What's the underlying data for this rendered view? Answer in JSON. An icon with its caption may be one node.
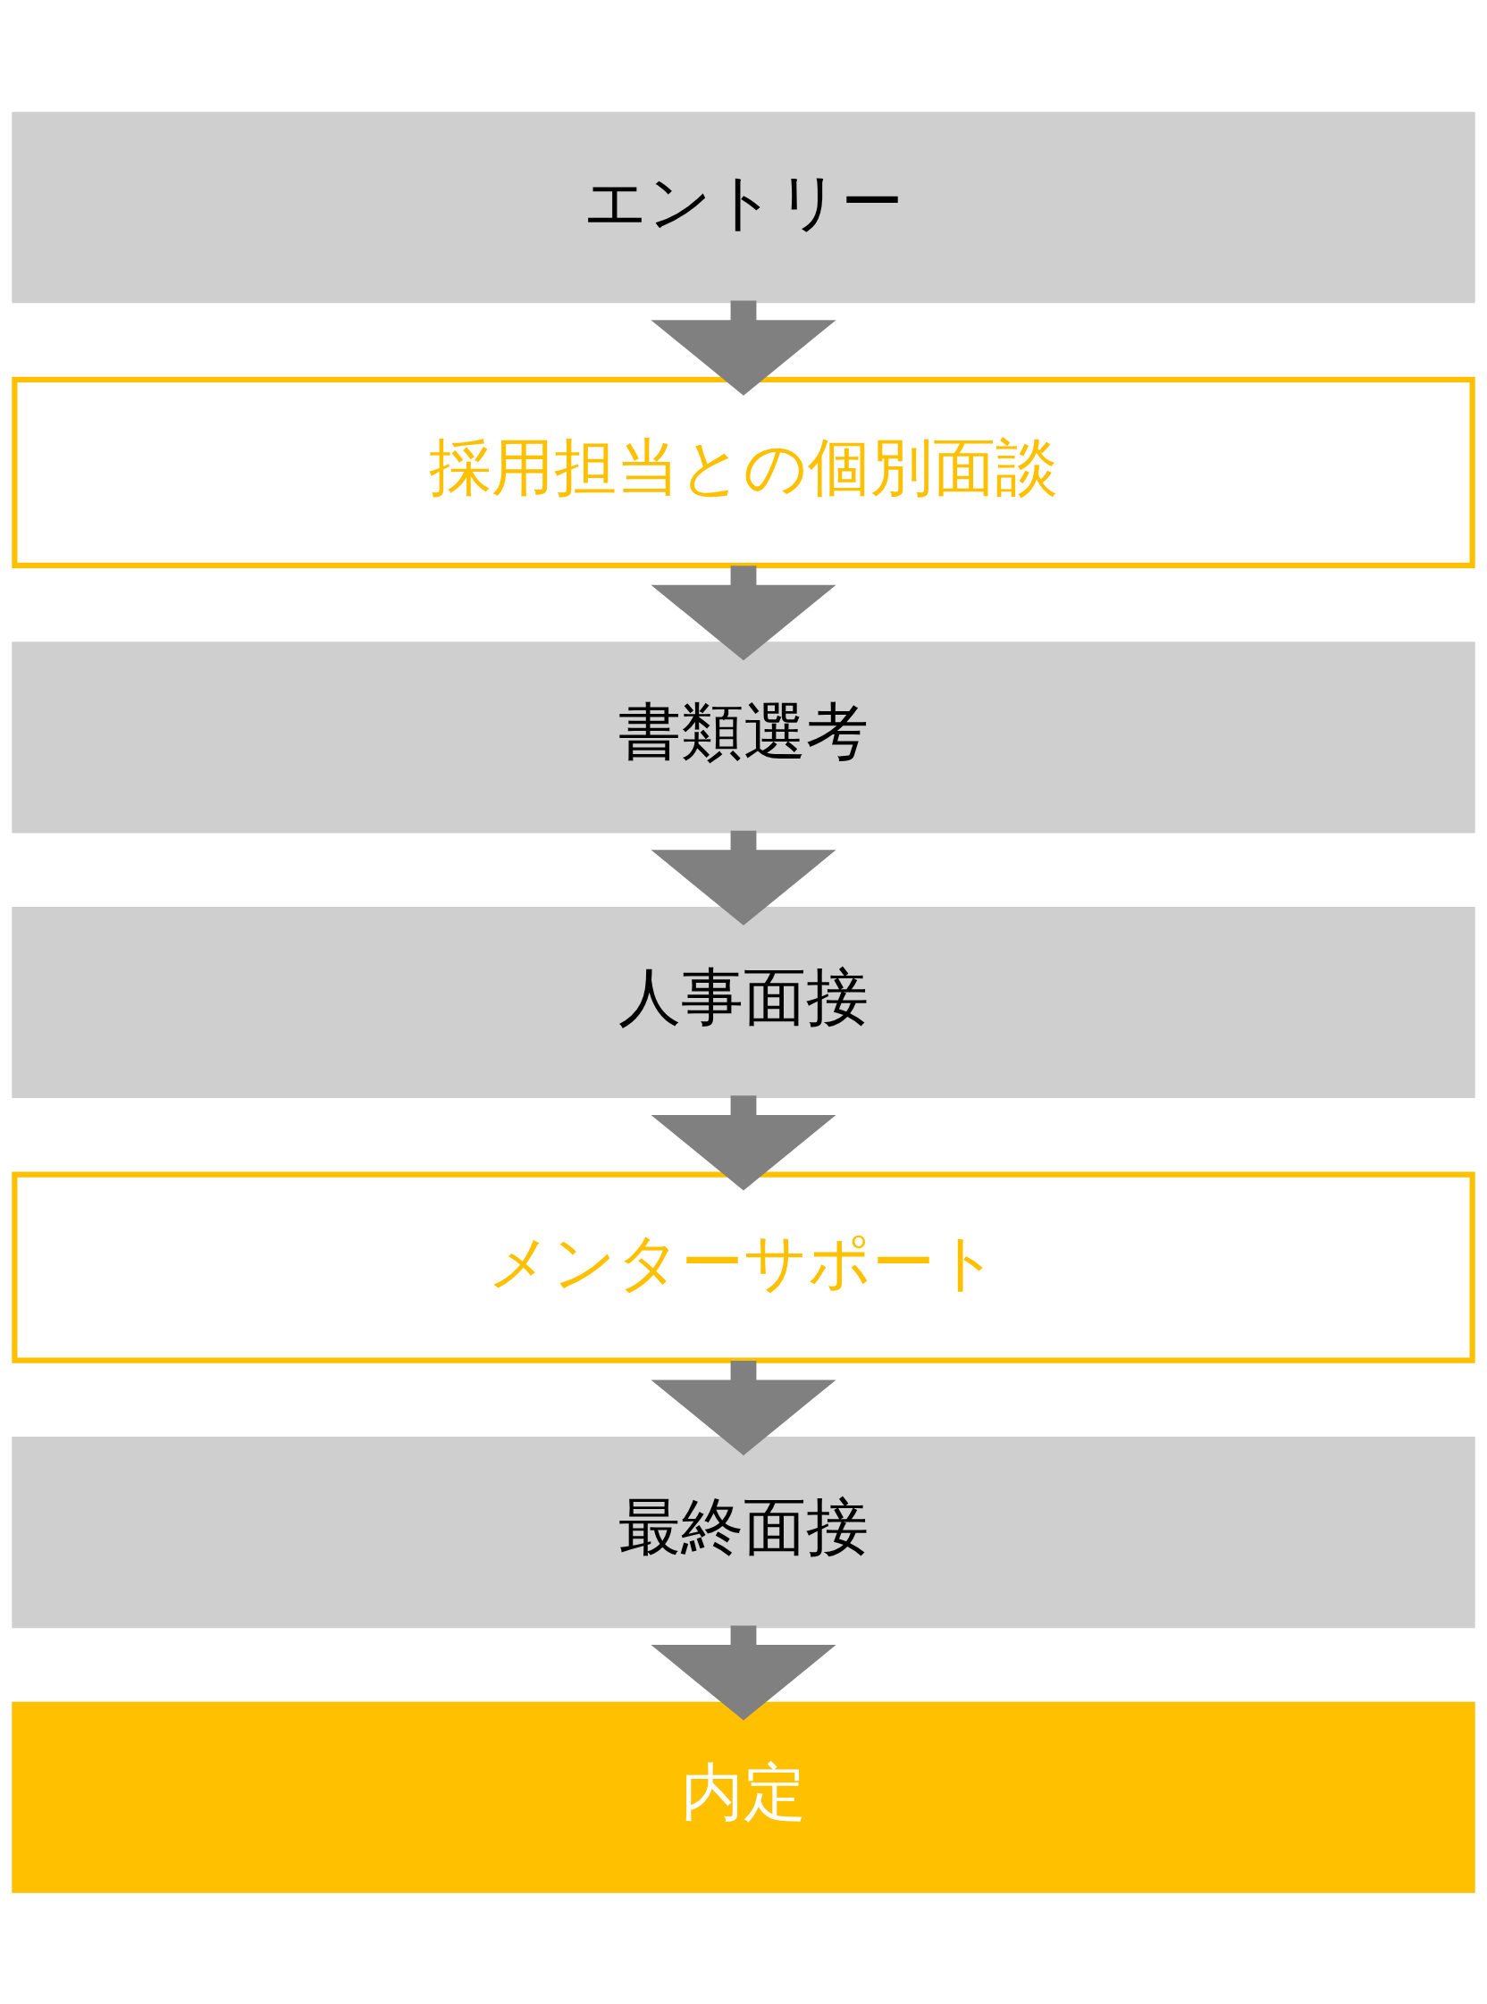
{
  "diagram": {
    "nodes": [
      {
        "text": [
          "エントリー"
        ]
      },
      {
        "text": [
          "採用担当との個別面談"
        ]
      },
      {
        "text": [
          "書類選考"
        ]
      },
      {
        "text": [
          "人事面接"
        ]
      },
      {
        "text": [
          "メンターサポート"
        ]
      },
      {
        "text": [
          "最終面接"
        ]
      },
      {
        "text": [
          "内定"
        ]
      }
    ],
    "edges": [
      {
        "from": 0,
        "to": 1,
        "arrow": "to"
      },
      {
        "from": 1,
        "to": 2,
        "arrow": "to"
      },
      {
        "from": 2,
        "to": 3,
        "arrow": "to"
      },
      {
        "from": 3,
        "to": 4,
        "arrow": "to"
      },
      {
        "from": 4,
        "to": 5,
        "arrow": "to"
      },
      {
        "from": 5,
        "to": 6,
        "arrow": "to"
      }
    ]
  }
}
